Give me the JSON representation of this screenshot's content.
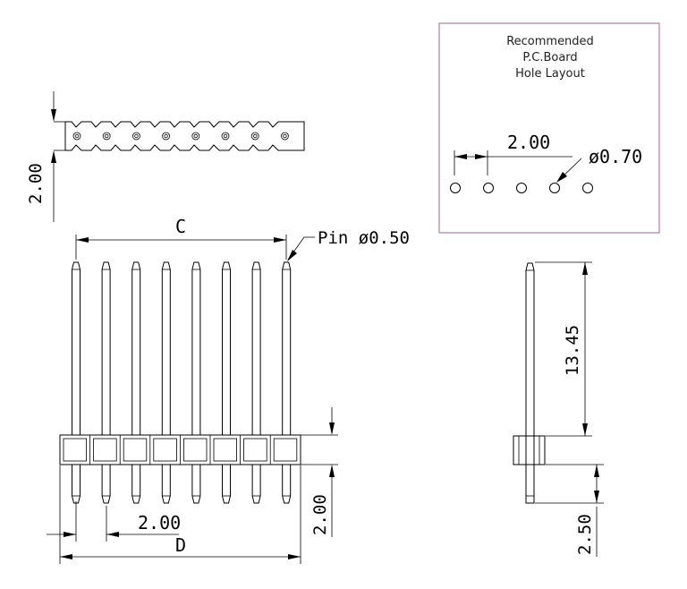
{
  "pcb_box": {
    "title_line1": "Recommended",
    "title_line2": "P.C.Board",
    "title_line3": "Hole Layout",
    "pitch": "2.00",
    "hole_dia": "ø0.70",
    "hole_count": 5,
    "border_color": "#b07ab0"
  },
  "top_view": {
    "height_dim": "2.00",
    "hole_count": 8
  },
  "front_view": {
    "span_label": "C",
    "pin_label": "Pin ø0.50",
    "pitch_dim": "2.00",
    "total_label": "D",
    "tail_dim": "2.00",
    "pin_count": 8
  },
  "side_view": {
    "pin_length": "13.45",
    "tail_length": "2.50"
  }
}
